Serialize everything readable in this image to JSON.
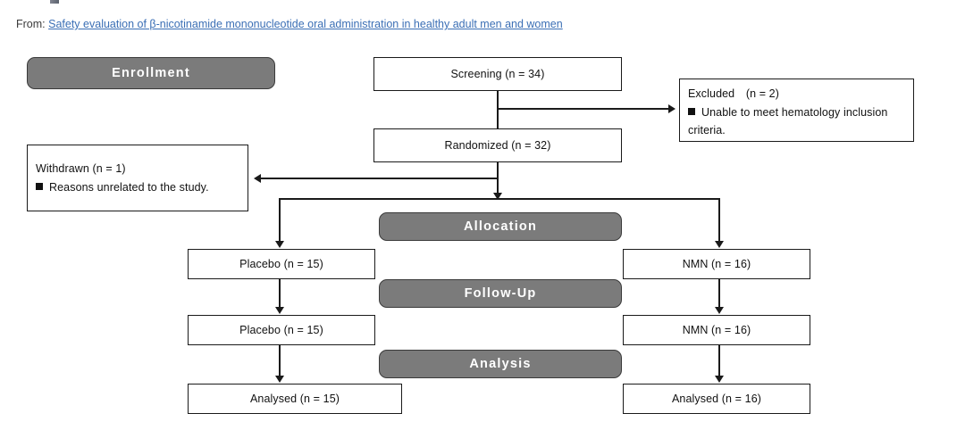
{
  "source": {
    "prefix": "From:",
    "article_title": "Safety evaluation of β-nicotinamide mononucleotide oral administration in healthy adult men and women",
    "link_color": "#3b6fb5"
  },
  "colors": {
    "band_fill": "#7b7b7b",
    "band_border": "#3a3a3a",
    "band_text": "#ffffff",
    "node_border": "#1a1a1a",
    "node_fill": "#ffffff",
    "connector": "#1a1a1a"
  },
  "flowchart": {
    "type": "consort-flow-diagram",
    "stage_bands": [
      {
        "id": "enrollment",
        "label": "Enrollment"
      },
      {
        "id": "allocation",
        "label": "Allocation"
      },
      {
        "id": "followup",
        "label": "Follow-Up"
      },
      {
        "id": "analysis",
        "label": "Analysis"
      }
    ],
    "nodes": [
      {
        "id": "screening",
        "label": "Screening (n = 34)",
        "n": 34
      },
      {
        "id": "randomized",
        "label": "Randomized (n = 32)",
        "n": 32
      },
      {
        "id": "placebo_alloc",
        "label": "Placebo (n = 15)",
        "n": 15
      },
      {
        "id": "nmn_alloc",
        "label": "NMN (n = 16)",
        "n": 16
      },
      {
        "id": "placebo_fu",
        "label": "Placebo (n = 15)",
        "n": 15
      },
      {
        "id": "nmn_fu",
        "label": "NMN (n = 16)",
        "n": 16
      },
      {
        "id": "placebo_an",
        "label": "Analysed (n = 15)",
        "n": 15
      },
      {
        "id": "nmn_an",
        "label": "Analysed (n = 16)",
        "n": 16
      }
    ],
    "excluded": {
      "title": "Excluded　(n = 2)",
      "reason": "Unable to meet hematology inclusion criteria.",
      "n": 2
    },
    "withdrawn": {
      "title": "Withdrawn (n = 1)",
      "reason": "Reasons unrelated to the study.",
      "n": 1
    }
  }
}
